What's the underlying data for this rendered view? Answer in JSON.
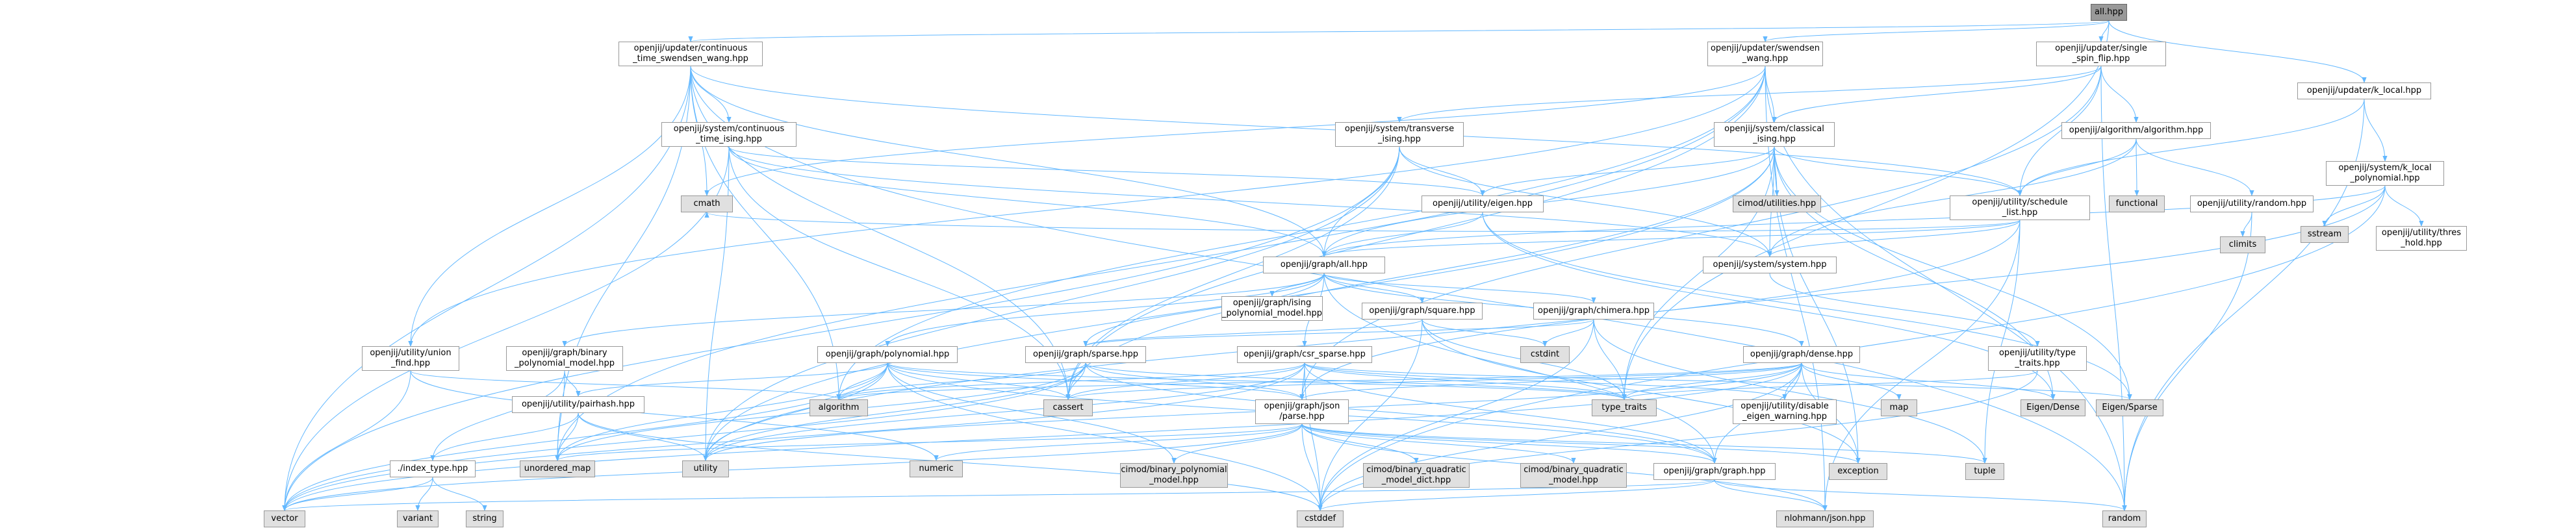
{
  "graph": {
    "nodes": [
      {
        "id": "all",
        "label": "all.hpp",
        "kind": "root"
      },
      {
        "id": "cts",
        "label": "openjij/updater/continuous\n_time_swendsen_wang.hpp",
        "kind": "file"
      },
      {
        "id": "sw",
        "label": "openjij/updater/swendsen\n_wang.hpp",
        "kind": "file"
      },
      {
        "id": "ssf",
        "label": "openjij/updater/single\n_spin_flip.hpp",
        "kind": "file"
      },
      {
        "id": "kloc",
        "label": "openjij/updater/k_local.hpp",
        "kind": "file"
      },
      {
        "id": "ctis",
        "label": "openjij/system/continuous\n_time_ising.hpp",
        "kind": "file"
      },
      {
        "id": "trans",
        "label": "openjij/system/transverse\n_ising.hpp",
        "kind": "file"
      },
      {
        "id": "classical",
        "label": "openjij/system/classical\n_ising.hpp",
        "kind": "file"
      },
      {
        "id": "algo",
        "label": "openjij/algorithm/algorithm.hpp",
        "kind": "file"
      },
      {
        "id": "klocpoly",
        "label": "openjij/system/k_local\n_polynomial.hpp",
        "kind": "file"
      },
      {
        "id": "cmath",
        "label": "cmath",
        "kind": "ext"
      },
      {
        "id": "eigen",
        "label": "openjij/utility/eigen.hpp",
        "kind": "file"
      },
      {
        "id": "cimod",
        "label": "cimod/utilities.hpp",
        "kind": "ext"
      },
      {
        "id": "schedule",
        "label": "openjij/utility/schedule\n_list.hpp",
        "kind": "file"
      },
      {
        "id": "functional",
        "label": "functional",
        "kind": "ext"
      },
      {
        "id": "random_hpp",
        "label": "openjij/utility/random.hpp",
        "kind": "file"
      },
      {
        "id": "sstream",
        "label": "sstream",
        "kind": "ext"
      },
      {
        "id": "thres",
        "label": "openjij/utility/thres\n_hold.hpp",
        "kind": "file"
      },
      {
        "id": "climits",
        "label": "climits",
        "kind": "ext"
      },
      {
        "id": "graphall",
        "label": "openjij/graph/all.hpp",
        "kind": "file"
      },
      {
        "id": "system",
        "label": "openjij/system/system.hpp",
        "kind": "file"
      },
      {
        "id": "isingpoly",
        "label": "openjij/graph/ising\n_polynomial_model.hpp",
        "kind": "file"
      },
      {
        "id": "square",
        "label": "openjij/graph/square.hpp",
        "kind": "file"
      },
      {
        "id": "chimera",
        "label": "openjij/graph/chimera.hpp",
        "kind": "file"
      },
      {
        "id": "uf",
        "label": "openjij/utility/union\n_find.hpp",
        "kind": "file"
      },
      {
        "id": "binpoly",
        "label": "openjij/graph/binary\n_polynomial_model.hpp",
        "kind": "file"
      },
      {
        "id": "poly",
        "label": "openjij/graph/polynomial.hpp",
        "kind": "file"
      },
      {
        "id": "sparse",
        "label": "openjij/graph/sparse.hpp",
        "kind": "file"
      },
      {
        "id": "csr",
        "label": "openjij/graph/csr_sparse.hpp",
        "kind": "file"
      },
      {
        "id": "cstdint",
        "label": "cstdint",
        "kind": "ext"
      },
      {
        "id": "dense",
        "label": "openjij/graph/dense.hpp",
        "kind": "file"
      },
      {
        "id": "typetraits_h",
        "label": "openjij/utility/type\n_traits.hpp",
        "kind": "file"
      },
      {
        "id": "pairhash",
        "label": "openjij/utility/pairhash.hpp",
        "kind": "file"
      },
      {
        "id": "algorithm",
        "label": "algorithm",
        "kind": "ext"
      },
      {
        "id": "cassert",
        "label": "cassert",
        "kind": "ext"
      },
      {
        "id": "json",
        "label": "openjij/graph/json\n/parse.hpp",
        "kind": "file"
      },
      {
        "id": "type_traits",
        "label": "type_traits",
        "kind": "ext"
      },
      {
        "id": "disable",
        "label": "openjij/utility/disable\n_eigen_warning.hpp",
        "kind": "file"
      },
      {
        "id": "map",
        "label": "map",
        "kind": "ext"
      },
      {
        "id": "eigendense",
        "label": "Eigen/Dense",
        "kind": "ext"
      },
      {
        "id": "eigensparse",
        "label": "Eigen/Sparse",
        "kind": "ext"
      },
      {
        "id": "indextype",
        "label": "./index_type.hpp",
        "kind": "file"
      },
      {
        "id": "umap",
        "label": "unordered_map",
        "kind": "ext"
      },
      {
        "id": "utility",
        "label": "utility",
        "kind": "ext"
      },
      {
        "id": "numeric",
        "label": "numeric",
        "kind": "ext"
      },
      {
        "id": "cbpm",
        "label": "cimod/binary_polynomial\n_model.hpp",
        "kind": "ext"
      },
      {
        "id": "cbqdict",
        "label": "cimod/binary_quadratic\n_model_dict.hpp",
        "kind": "ext"
      },
      {
        "id": "cbqm",
        "label": "cimod/binary_quadratic\n_model.hpp",
        "kind": "ext"
      },
      {
        "id": "graph",
        "label": "openjij/graph/graph.hpp",
        "kind": "file"
      },
      {
        "id": "exception",
        "label": "exception",
        "kind": "ext"
      },
      {
        "id": "tuple",
        "label": "tuple",
        "kind": "ext"
      },
      {
        "id": "vector",
        "label": "vector",
        "kind": "ext"
      },
      {
        "id": "variant",
        "label": "variant",
        "kind": "ext"
      },
      {
        "id": "string",
        "label": "string",
        "kind": "ext"
      },
      {
        "id": "cstddef",
        "label": "cstddef",
        "kind": "ext"
      },
      {
        "id": "nlohmann",
        "label": "nlohmann/json.hpp",
        "kind": "ext"
      },
      {
        "id": "random",
        "label": "random",
        "kind": "ext"
      }
    ],
    "edges": [
      [
        "all",
        "cts"
      ],
      [
        "all",
        "sw"
      ],
      [
        "all",
        "ssf"
      ],
      [
        "all",
        "kloc"
      ],
      [
        "all",
        "type_traits"
      ],
      [
        "cts",
        "ctis"
      ],
      [
        "cts",
        "uf"
      ],
      [
        "cts",
        "cmath"
      ],
      [
        "cts",
        "graphall"
      ],
      [
        "cts",
        "vector"
      ],
      [
        "cts",
        "umap"
      ],
      [
        "cts",
        "algorithm"
      ],
      [
        "cts",
        "cassert"
      ],
      [
        "cts",
        "schedule"
      ],
      [
        "cts",
        "random"
      ],
      [
        "sw",
        "classical"
      ],
      [
        "sw",
        "uf"
      ],
      [
        "sw",
        "cmath"
      ],
      [
        "sw",
        "random"
      ],
      [
        "sw",
        "umap"
      ],
      [
        "sw",
        "algorithm"
      ],
      [
        "sw",
        "cassert"
      ],
      [
        "sw",
        "nlohmann"
      ],
      [
        "ssf",
        "trans"
      ],
      [
        "ssf",
        "classical"
      ],
      [
        "ssf",
        "algo"
      ],
      [
        "ssf",
        "schedule"
      ],
      [
        "ssf",
        "random"
      ],
      [
        "ssf",
        "json"
      ],
      [
        "kloc",
        "klocpoly"
      ],
      [
        "kloc",
        "schedule"
      ],
      [
        "kloc",
        "random"
      ],
      [
        "ctis",
        "graphall"
      ],
      [
        "ctis",
        "eigen"
      ],
      [
        "ctis",
        "system"
      ],
      [
        "ctis",
        "cassert"
      ],
      [
        "ctis",
        "utility"
      ],
      [
        "ctis",
        "vector"
      ],
      [
        "trans",
        "graphall"
      ],
      [
        "trans",
        "eigen"
      ],
      [
        "trans",
        "system"
      ],
      [
        "trans",
        "cassert"
      ],
      [
        "trans",
        "utility"
      ],
      [
        "trans",
        "vector"
      ],
      [
        "classical",
        "graphall"
      ],
      [
        "classical",
        "eigen"
      ],
      [
        "classical",
        "system"
      ],
      [
        "classical",
        "cimod"
      ],
      [
        "classical",
        "cassert"
      ],
      [
        "classical",
        "utility"
      ],
      [
        "classical",
        "type_traits"
      ],
      [
        "classical",
        "exception"
      ],
      [
        "classical",
        "eigensparse"
      ],
      [
        "classical",
        "eigendense"
      ],
      [
        "classical",
        "schedule"
      ],
      [
        "algo",
        "schedule"
      ],
      [
        "algo",
        "random_hpp"
      ],
      [
        "algo",
        "functional"
      ],
      [
        "algo",
        "system"
      ],
      [
        "klocpoly",
        "graphall"
      ],
      [
        "klocpoly",
        "sstream"
      ],
      [
        "klocpoly",
        "thres"
      ],
      [
        "klocpoly",
        "json"
      ],
      [
        "klocpoly",
        "cstddef"
      ],
      [
        "schedule",
        "graphall"
      ],
      [
        "schedule",
        "system"
      ],
      [
        "schedule",
        "cmath"
      ],
      [
        "schedule",
        "utility"
      ],
      [
        "schedule",
        "tuple"
      ],
      [
        "schedule",
        "nlohmann"
      ],
      [
        "random_hpp",
        "climits"
      ],
      [
        "random_hpp",
        "random"
      ],
      [
        "eigen",
        "graphall"
      ],
      [
        "eigen",
        "eigendense"
      ],
      [
        "eigen",
        "eigensparse"
      ],
      [
        "system",
        "typetraits_h"
      ],
      [
        "graphall",
        "isingpoly"
      ],
      [
        "graphall",
        "square"
      ],
      [
        "graphall",
        "chimera"
      ],
      [
        "graphall",
        "binpoly"
      ],
      [
        "graphall",
        "poly"
      ],
      [
        "graphall",
        "sparse"
      ],
      [
        "graphall",
        "csr"
      ],
      [
        "graphall",
        "dense"
      ],
      [
        "graphall",
        "graph"
      ],
      [
        "square",
        "sparse"
      ],
      [
        "square",
        "cstdint"
      ],
      [
        "square",
        "type_traits"
      ],
      [
        "square",
        "cstddef"
      ],
      [
        "square",
        "exception"
      ],
      [
        "chimera",
        "sparse"
      ],
      [
        "chimera",
        "cstdint"
      ],
      [
        "chimera",
        "type_traits"
      ],
      [
        "chimera",
        "cstddef"
      ],
      [
        "chimera",
        "tuple"
      ],
      [
        "uf",
        "algorithm"
      ],
      [
        "uf",
        "numeric"
      ],
      [
        "uf",
        "vector"
      ],
      [
        "binpoly",
        "pairhash"
      ],
      [
        "binpoly",
        "indextype"
      ],
      [
        "binpoly",
        "umap"
      ],
      [
        "poly",
        "json"
      ],
      [
        "poly",
        "graph"
      ],
      [
        "poly",
        "cbpm"
      ],
      [
        "poly",
        "pairhash"
      ],
      [
        "poly",
        "algorithm"
      ],
      [
        "poly",
        "cassert"
      ],
      [
        "poly",
        "type_traits"
      ],
      [
        "poly",
        "cstddef"
      ],
      [
        "poly",
        "umap"
      ],
      [
        "poly",
        "utility"
      ],
      [
        "poly",
        "vector"
      ],
      [
        "sparse",
        "json"
      ],
      [
        "sparse",
        "graph"
      ],
      [
        "sparse",
        "cassert"
      ],
      [
        "sparse",
        "type_traits"
      ],
      [
        "sparse",
        "umap"
      ],
      [
        "sparse",
        "utility"
      ],
      [
        "sparse",
        "vector"
      ],
      [
        "sparse",
        "algorithm"
      ],
      [
        "csr",
        "json"
      ],
      [
        "csr",
        "graph"
      ],
      [
        "csr",
        "disable"
      ],
      [
        "csr",
        "eigensparse"
      ],
      [
        "csr",
        "cassert"
      ],
      [
        "csr",
        "algorithm"
      ],
      [
        "csr",
        "type_traits"
      ],
      [
        "csr",
        "cstddef"
      ],
      [
        "csr",
        "utility"
      ],
      [
        "csr",
        "vector"
      ],
      [
        "dense",
        "json"
      ],
      [
        "dense",
        "graph"
      ],
      [
        "dense",
        "disable"
      ],
      [
        "dense",
        "eigendense"
      ],
      [
        "dense",
        "map"
      ],
      [
        "dense",
        "cassert"
      ],
      [
        "dense",
        "type_traits"
      ],
      [
        "dense",
        "exception"
      ],
      [
        "dense",
        "cstddef"
      ],
      [
        "dense",
        "utility"
      ],
      [
        "dense",
        "vector"
      ],
      [
        "dense",
        "algorithm"
      ],
      [
        "typetraits_h",
        "type_traits"
      ],
      [
        "typetraits_h",
        "cstddef"
      ],
      [
        "pairhash",
        "indextype"
      ],
      [
        "pairhash",
        "cstddef"
      ],
      [
        "pairhash",
        "utility"
      ],
      [
        "pairhash",
        "umap"
      ],
      [
        "json",
        "cbqdict"
      ],
      [
        "json",
        "cbqm"
      ],
      [
        "json",
        "cbpm"
      ],
      [
        "json",
        "graph"
      ],
      [
        "json",
        "exception"
      ],
      [
        "json",
        "numeric"
      ],
      [
        "json",
        "tuple"
      ],
      [
        "json",
        "cstddef"
      ],
      [
        "json",
        "vector"
      ],
      [
        "json",
        "nlohmann"
      ],
      [
        "json",
        "umap"
      ],
      [
        "indextype",
        "variant"
      ],
      [
        "indextype",
        "string"
      ],
      [
        "indextype",
        "vector"
      ],
      [
        "graph",
        "cstddef"
      ],
      [
        "graph",
        "random"
      ],
      [
        "graph",
        "vector"
      ],
      [
        "graph",
        "nlohmann"
      ]
    ]
  }
}
